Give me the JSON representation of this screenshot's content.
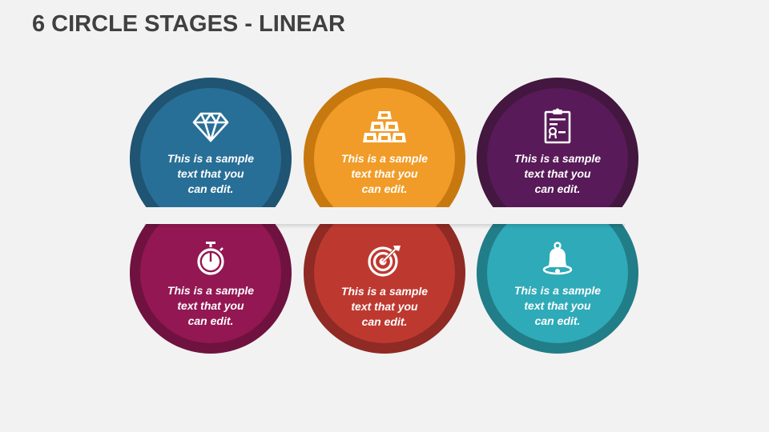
{
  "title": "6 CIRCLE STAGES - LINEAR",
  "stages": [
    {
      "id": 1,
      "icon": "diamond-icon",
      "text_line1": "This is a sample",
      "text_line2": "text that you",
      "text_line3": "can edit.",
      "outer_color": "#1f5472",
      "inner_color": "#286f97"
    },
    {
      "id": 2,
      "icon": "gold-bars-icon",
      "text_line1": "This is a sample",
      "text_line2": "text that you",
      "text_line3": "can edit.",
      "outer_color": "#c7790f",
      "inner_color": "#f19c28"
    },
    {
      "id": 3,
      "icon": "certificate-clipboard-icon",
      "text_line1": "This is a sample",
      "text_line2": "text that you",
      "text_line3": "can edit.",
      "outer_color": "#43173f",
      "inner_color": "#581a58"
    },
    {
      "id": 4,
      "icon": "stopwatch-icon",
      "text_line1": "This is a sample",
      "text_line2": "text that you",
      "text_line3": "can edit.",
      "outer_color": "#6f1240",
      "inner_color": "#931752"
    },
    {
      "id": 5,
      "icon": "target-icon",
      "text_line1": "This is a sample",
      "text_line2": "text that you",
      "text_line3": "can edit.",
      "outer_color": "#8f2a24",
      "inner_color": "#bd3930"
    },
    {
      "id": 6,
      "icon": "bell-icon",
      "text_line1": "This is a sample",
      "text_line2": "text that you",
      "text_line3": "can edit.",
      "outer_color": "#217d87",
      "inner_color": "#2faab8"
    }
  ]
}
